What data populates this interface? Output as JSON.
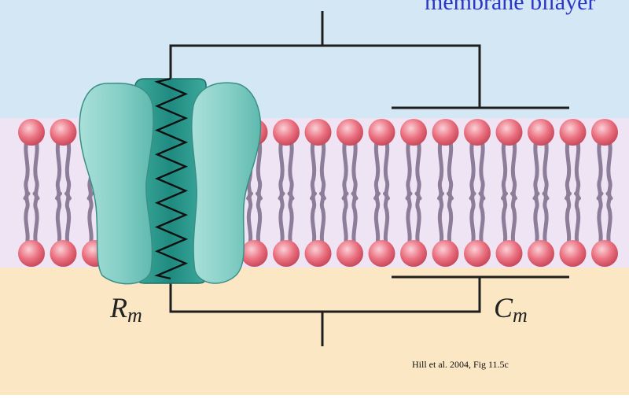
{
  "caption": "membrane bilayer",
  "labels": {
    "resistance": {
      "symbol": "R",
      "subscript": "m"
    },
    "capacitance": {
      "symbol": "C",
      "subscript": "m"
    }
  },
  "source": "Hill et al. 2004, Fig 11.5c",
  "colors": {
    "extracellular": "#d3e8f4",
    "intracellular": "#fbe7c4",
    "lipid_head": "#ea6f7f",
    "lipid_tail": "#8e7d99",
    "channel": "#8ed4cc",
    "channel_dark": "#2e9a8e",
    "wire": "#1e1e1e"
  }
}
